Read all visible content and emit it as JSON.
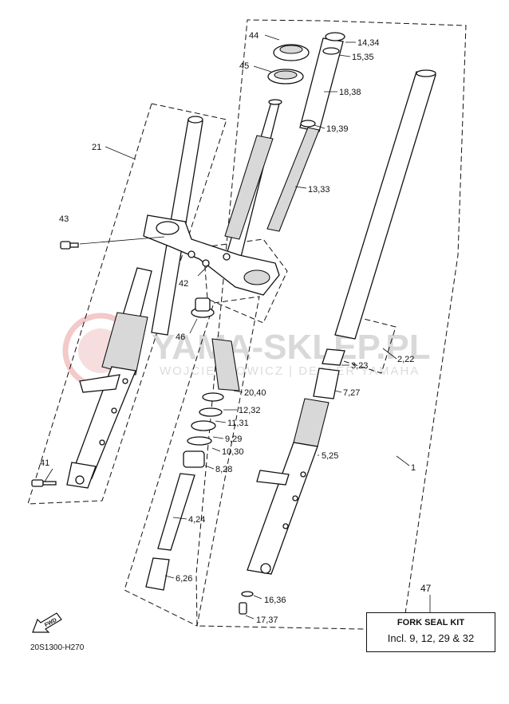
{
  "watermark": {
    "brand": "YAMA-SKLEP.PL",
    "subtitle": "WOJCIECHOWICZ | DEALER YAMAHA"
  },
  "callouts": {
    "p1": "1",
    "p2_22": "2,22",
    "p3_23": "3,23",
    "p4_24": "4,24",
    "p5_25": "5,25",
    "p6_26": "6,26",
    "p7_27": "7,27",
    "p8_28": "8,28",
    "p9_29": "9,29",
    "p10_30": "10,30",
    "p11_31": "11,31",
    "p12_32": "12,32",
    "p13_33": "13,33",
    "p14_34": "14,34",
    "p15_35": "15,35",
    "p16_36": "16,36",
    "p17_37": "17,37",
    "p18_38": "18,38",
    "p19_39": "19,39",
    "p20_40": "20,40",
    "p21": "21",
    "p41": "41",
    "p42": "42",
    "p43": "43",
    "p44": "44",
    "p45": "45",
    "p46": "46"
  },
  "fork_seal_kit": {
    "number": "47",
    "title": "FORK SEAL KIT",
    "description": "Incl. 9, 12, 29 & 32"
  },
  "fwd_label": "FWD",
  "diagram_code": "20S1300-H270"
}
